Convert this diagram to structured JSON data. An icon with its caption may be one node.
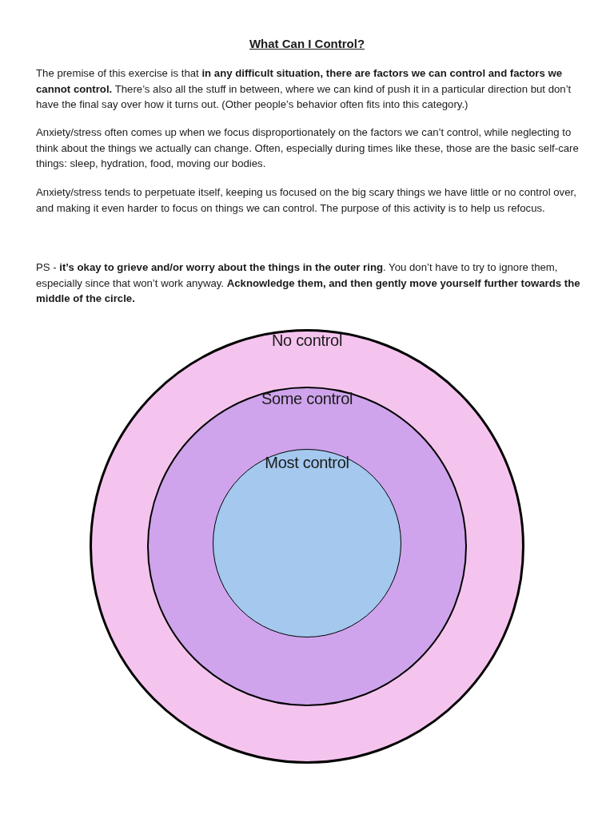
{
  "diagram": {
    "title": "What Can I Control?",
    "nodes": [
      {
        "text": [
          "No control"
        ]
      },
      {
        "text": [
          "Some control"
        ],
        "in": 0
      },
      {
        "text": [
          "Most control"
        ],
        "in": 1
      }
    ],
    "labels": [
      "The premise of this exercise is that **in any difficult situation, there are factors we can control and factors we cannot control.** There’s also all the stuff in between, where we can kind of push it in a particular direction but don’t have the final say over how it turns out. (Other people’s behavior often fits into this category.)",
      "Anxiety/stress often comes up when we focus disproportionately on the factors we can’t control, while neglecting to think about the things we actually can change. Often, especially during times like these, those are the basic self-care things: sleep, hydration, food, moving our bodies.",
      "Anxiety/stress tends to perpetuate itself, keeping us focused on the big scary things we have little or no control over, and making it even harder to focus on things we can control. The purpose of this activity is to help us refocus.",
      "PS - **it’s okay to grieve and/or worry about the things in the outer ring**. You don’t have to try to ignore them, especially since that won’t work anyway. **Acknowledge them, and then gently move yourself further towards the middle of the circle.**"
    ]
  }
}
